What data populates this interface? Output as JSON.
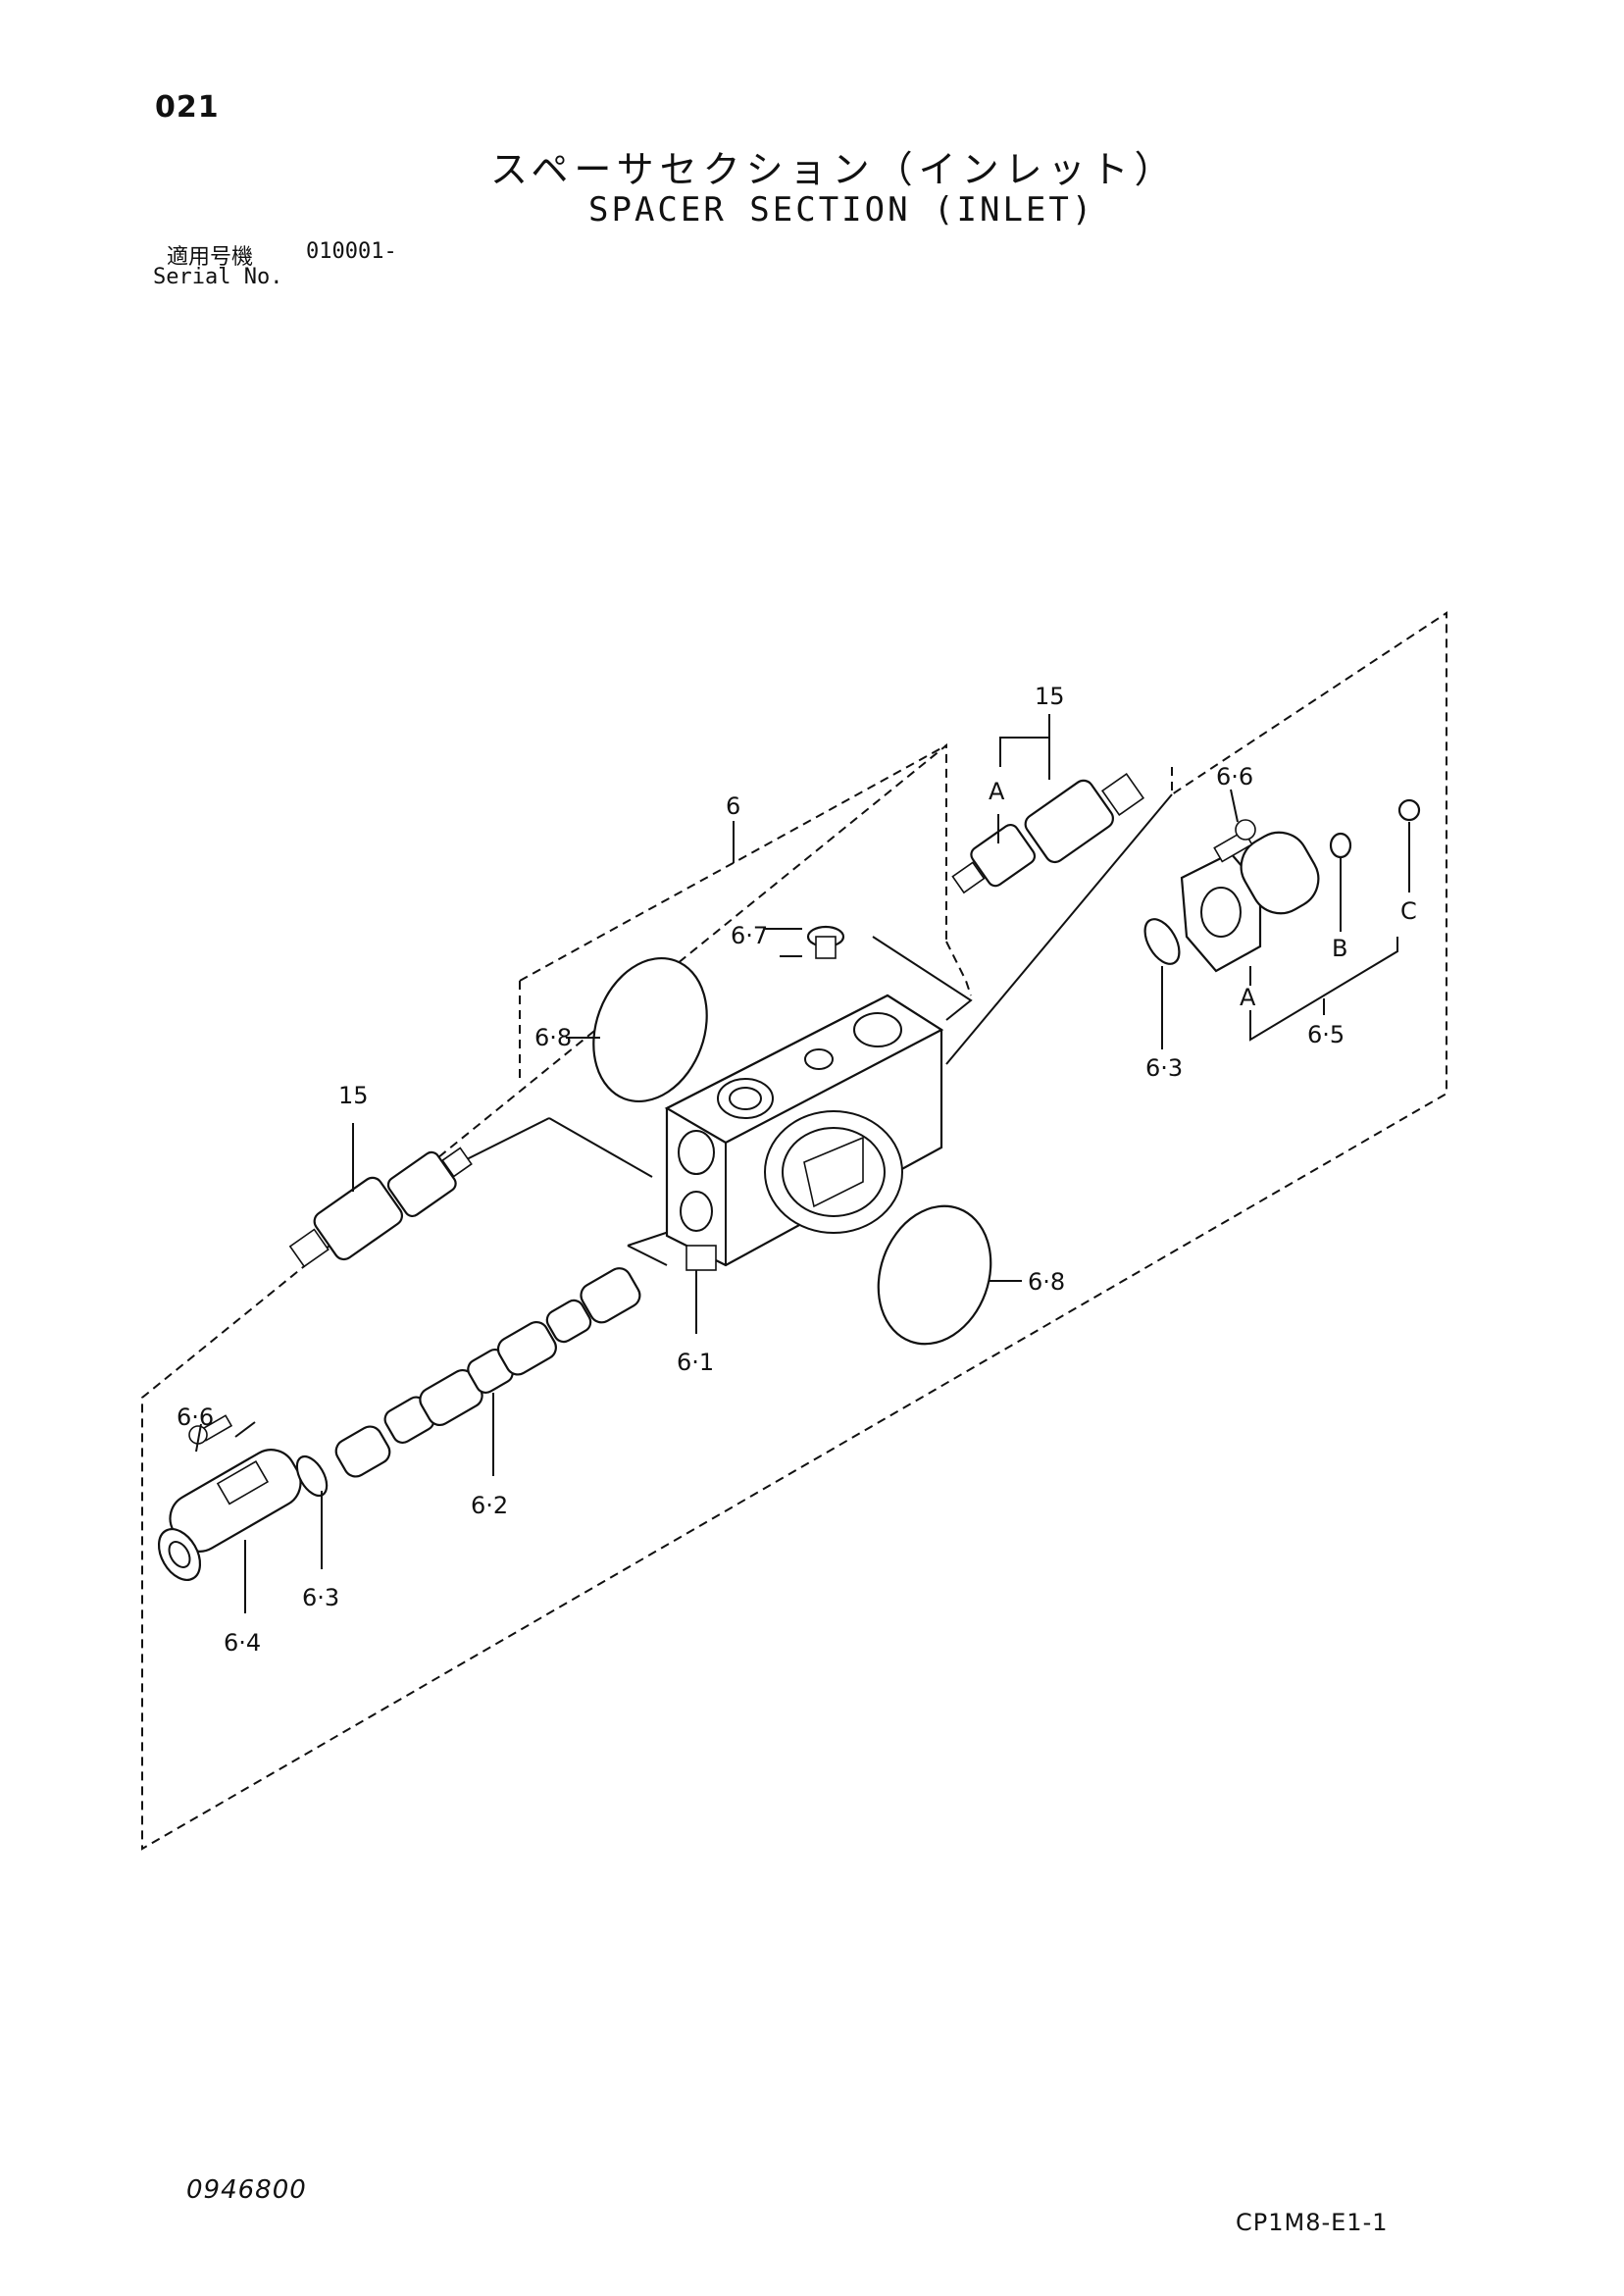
{
  "header": {
    "page_number": "021",
    "title_jp": "スペーサセクション（インレット）",
    "title_en": "SPACER SECTION (INLET)",
    "serial_label_jp": "適用号機",
    "serial_value": "010001-",
    "serial_label_en": "Serial No."
  },
  "callouts": {
    "c6": "6",
    "c15_top": "15",
    "c15_left": "15",
    "c6_6_top": "6·6",
    "c6_6_left": "6·6",
    "c6_7": "6·7",
    "c6_8_left": "6·8",
    "c6_8_right": "6·8",
    "c6_3_right": "6·3",
    "c6_3_left": "6·3",
    "c6_5": "6·5",
    "c6_1": "6·1",
    "c6_2": "6·2",
    "c6_4": "6·4",
    "a_top": "A",
    "a_right": "A",
    "b_right": "B",
    "c_right": "C"
  },
  "footer": {
    "drawing_number": "0946800",
    "sheet_code": "CP1M8-E1-1"
  }
}
